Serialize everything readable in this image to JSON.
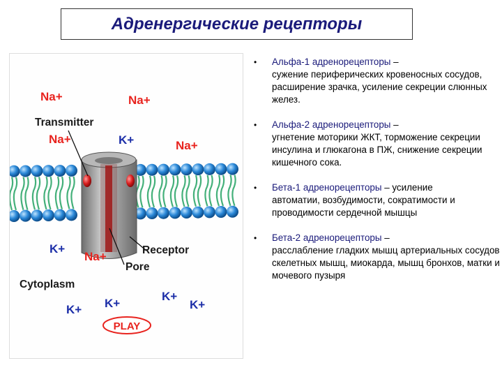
{
  "title": "Адренергические рецепторы",
  "figure": {
    "ions": {
      "na1": "Na+",
      "na2": "Na+",
      "na3": "Na+",
      "na4": "Na+",
      "na5": "Na+",
      "k1": "K+",
      "k2": "K+",
      "k3": "K+",
      "k4": "K+",
      "k5": "K+",
      "k6": "K+"
    },
    "labels": {
      "transmitter": "Transmitter",
      "receptor": "Receptor",
      "pore": "Pore",
      "cytoplasm": "Cytoplasm"
    },
    "play_label": "PLAY",
    "colors": {
      "ion_red": "#e8231e",
      "ion_blue": "#1c2ea8",
      "bead_blue": "#2a88d8",
      "tail_green": "#44b07a",
      "channel_gray": "#8e8e8e",
      "label_dark": "#1a1a1a"
    }
  },
  "items": [
    {
      "bullet": "•",
      "name": "Альфа-1 адренорецепторы",
      "dash": " –",
      "text": "сужение периферических кровеносных сосудов, расширение зрачка, усиление секреции слюнных желез."
    },
    {
      "bullet": "•",
      "name": "Альфа-2 адренорецепторы",
      "dash": " –",
      "text": "угнетение моторики ЖКТ, торможение секреции инсулина и глюкагона в ПЖ, снижение секреции кишечного сока."
    },
    {
      "bullet": "•",
      "name": "Бета-1 адренорецепторы",
      "dash": " – усиление",
      "text": "автоматии, возбудимости, сократимости и проводимости сердечной мышцы"
    },
    {
      "bullet": "•",
      "name": "Бета-2 адренорецепторы",
      "dash": " –",
      "text": "расслабление гладких мышц артериальных сосудов скелетных мышц, миокарда, мышц бронхов, матки и мочевого пузыря"
    }
  ]
}
